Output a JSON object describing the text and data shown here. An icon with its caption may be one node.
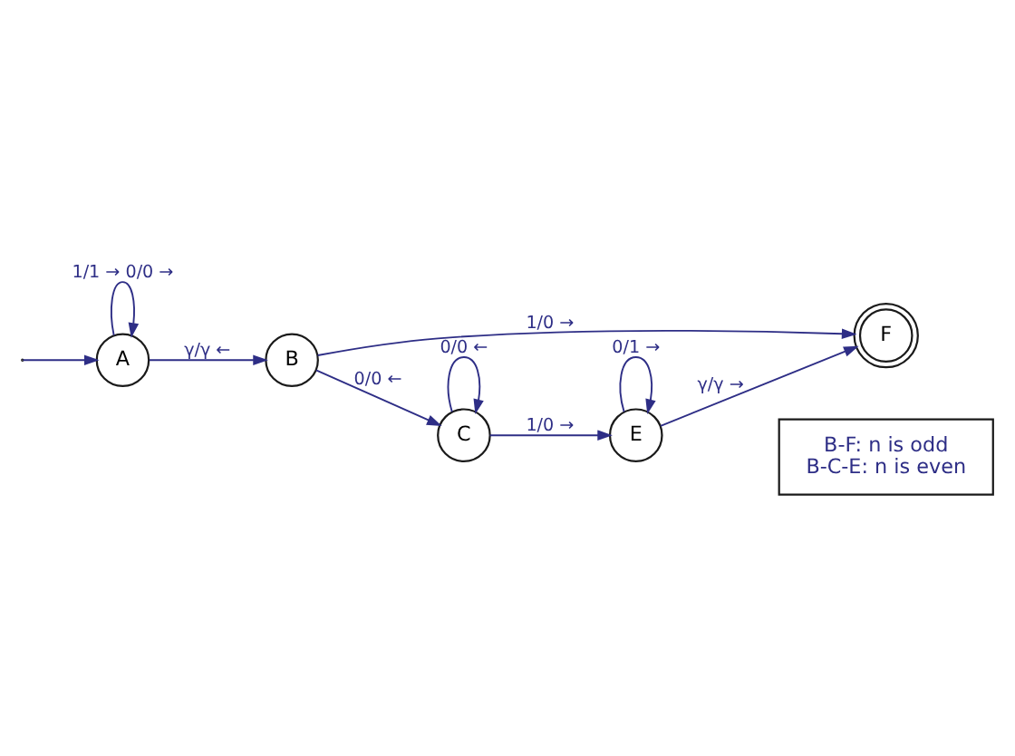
{
  "diagram": {
    "nodes": [
      {
        "text": [
          "B-F: n is odd",
          "B-C-E: n is even"
        ]
      },
      {
        "text": [
          "A"
        ]
      },
      {
        "text": [
          "B"
        ]
      },
      {
        "text": [
          "F"
        ]
      },
      {
        "text": [
          "C"
        ]
      },
      {
        "text": [
          "E"
        ]
      }
    ],
    "edges": [
      {
        "from": null,
        "to": 1,
        "arrow": "to"
      },
      {
        "from": 1,
        "to": 1,
        "arrow": "to",
        "label": "1/1 → 0/0 →"
      },
      {
        "from": 1,
        "to": 2,
        "arrow": "to",
        "label": "γ/γ ←"
      },
      {
        "from": 2,
        "to": 3,
        "arrow": "to",
        "label": "1/0 →"
      },
      {
        "from": 2,
        "to": 4,
        "arrow": "to",
        "label": "0/0 ←"
      },
      {
        "from": 4,
        "to": 4,
        "arrow": "to",
        "label": "0/0 ←"
      },
      {
        "from": 4,
        "to": 5,
        "arrow": "to",
        "label": "1/0 →"
      },
      {
        "from": 5,
        "to": 5,
        "arrow": "to",
        "label": "0/1 →"
      },
      {
        "from": 5,
        "to": 3,
        "arrow": "to",
        "label": "γ/γ →"
      }
    ]
  }
}
